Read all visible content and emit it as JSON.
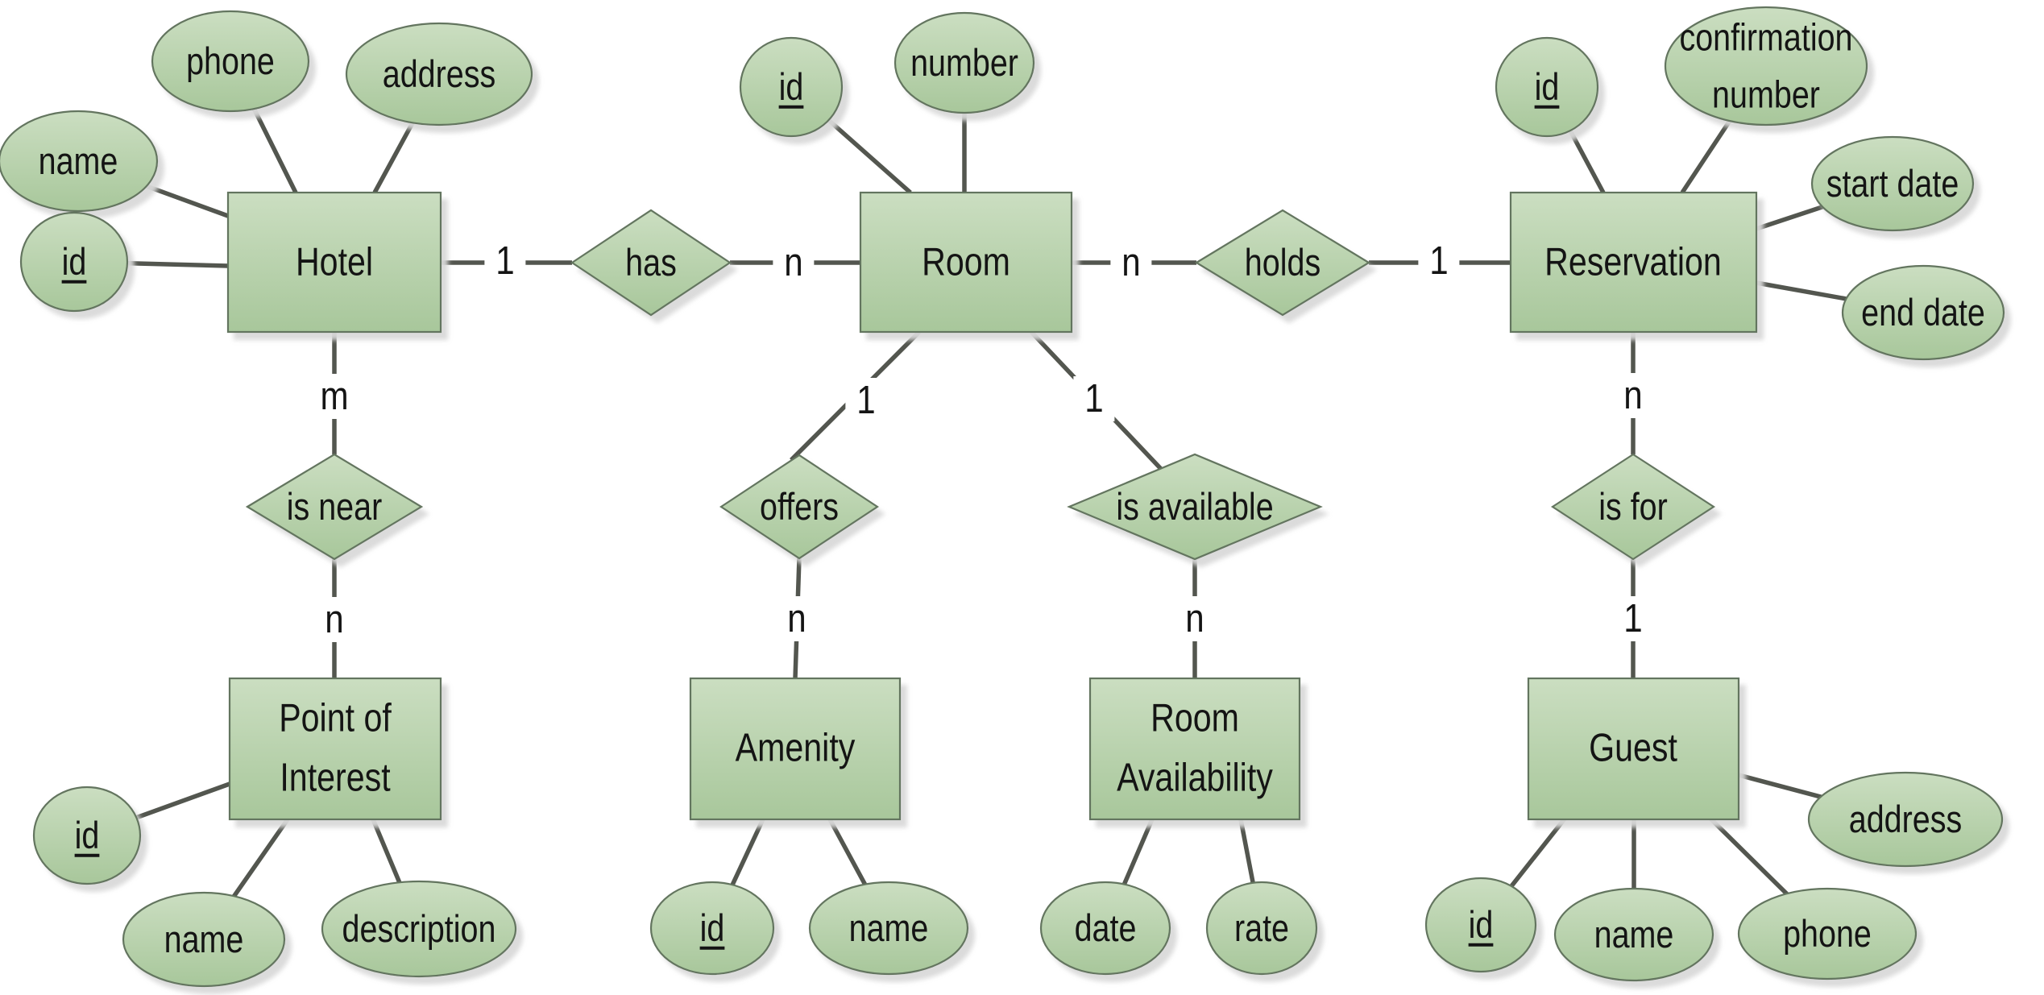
{
  "diagram_title": "Hotel reservation ER diagram",
  "colors": {
    "node_fill_top": "#cbdec1",
    "node_fill_bottom": "#a8c79b",
    "node_border": "#64755f",
    "connector_line": "#53564f",
    "text": "#141414",
    "shadow": "#dcdcdc",
    "background": "#ffffff"
  },
  "entities": {
    "hotel": {
      "label": "Hotel"
    },
    "room": {
      "label": "Room"
    },
    "reservation": {
      "label": "Reservation"
    },
    "poi": {
      "line1": "Point of",
      "line2": "Interest"
    },
    "amenity": {
      "label": "Amenity"
    },
    "room_availability": {
      "line1": "Room",
      "line2": "Availability"
    },
    "guest": {
      "label": "Guest"
    }
  },
  "relationships": {
    "has": {
      "label": "has"
    },
    "holds": {
      "label": "holds"
    },
    "is_near": {
      "label": "is near"
    },
    "offers": {
      "label": "offers"
    },
    "is_available": {
      "label": "is available"
    },
    "is_for": {
      "label": "is for"
    }
  },
  "attributes": {
    "hotel_name": {
      "label": "name",
      "underline": false
    },
    "hotel_phone": {
      "label": "phone",
      "underline": false
    },
    "hotel_address": {
      "label": "address",
      "underline": false
    },
    "hotel_id": {
      "label": "id",
      "underline": true
    },
    "room_id": {
      "label": "id",
      "underline": true
    },
    "room_number": {
      "label": "number",
      "underline": false
    },
    "reservation_id": {
      "label": "id",
      "underline": true
    },
    "reservation_confirmation": {
      "line1": "confirmation",
      "line2": "number",
      "underline": false
    },
    "reservation_start_date": {
      "label": "start date",
      "underline": false
    },
    "reservation_end_date": {
      "label": "end date",
      "underline": false
    },
    "poi_id": {
      "label": "id",
      "underline": true
    },
    "poi_name": {
      "label": "name",
      "underline": false
    },
    "poi_description": {
      "label": "description",
      "underline": false
    },
    "amenity_id": {
      "label": "id",
      "underline": true
    },
    "amenity_name": {
      "label": "name",
      "underline": false
    },
    "ra_date": {
      "label": "date",
      "underline": false
    },
    "ra_rate": {
      "label": "rate",
      "underline": false
    },
    "guest_id": {
      "label": "id",
      "underline": true
    },
    "guest_name": {
      "label": "name",
      "underline": false
    },
    "guest_phone": {
      "label": "phone",
      "underline": false
    },
    "guest_address": {
      "label": "address",
      "underline": false
    }
  },
  "cardinalities": {
    "hotel_has": "1",
    "has_room": "n",
    "room_holds": "n",
    "holds_reservation": "1",
    "hotel_isnear": "m",
    "isnear_poi": "n",
    "room_offers": "1",
    "offers_amenity": "n",
    "room_isavailable": "1",
    "isavailable_ra": "n",
    "reservation_isfor": "n",
    "isfor_guest": "1"
  }
}
